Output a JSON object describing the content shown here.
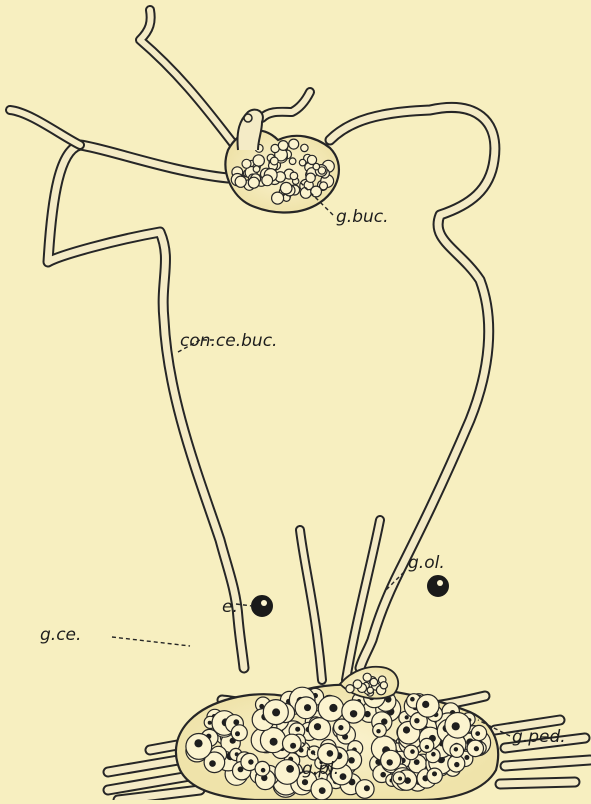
{
  "figure": {
    "subject": "nervous system ganglia diagram",
    "background_color": "#f7efc0",
    "ink_color": "#1d1d1d",
    "labels": {
      "g_buc": "g.buc.",
      "con_ce_buc": "con.ce.buc.",
      "g_ol": "g.ol.",
      "e": "e.",
      "g_ce": "g.ce.",
      "g_ped": "g.ped.",
      "g_pl": "g.pl."
    }
  }
}
